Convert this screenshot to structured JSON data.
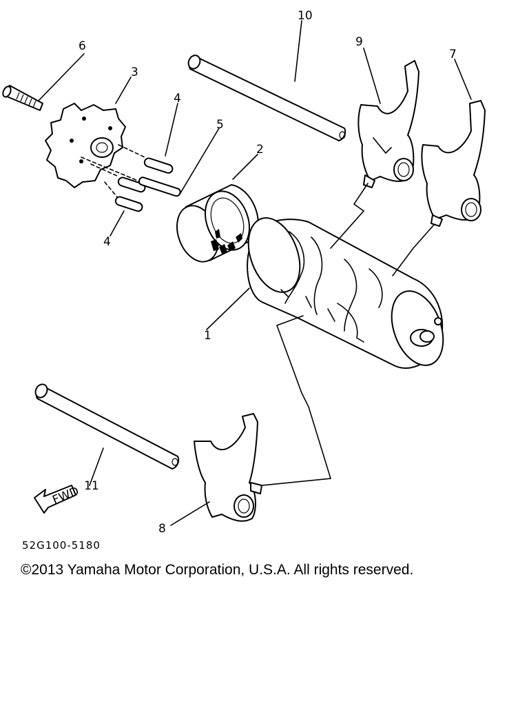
{
  "diagram": {
    "callouts": [
      {
        "id": "cal-1",
        "text": "1"
      },
      {
        "id": "cal-2",
        "text": "2"
      },
      {
        "id": "cal-3",
        "text": "3"
      },
      {
        "id": "cal-4a",
        "text": "4"
      },
      {
        "id": "cal-4b",
        "text": "4"
      },
      {
        "id": "cal-5",
        "text": "5"
      },
      {
        "id": "cal-6",
        "text": "6"
      },
      {
        "id": "cal-7",
        "text": "7"
      },
      {
        "id": "cal-8",
        "text": "8"
      },
      {
        "id": "cal-9",
        "text": "9"
      },
      {
        "id": "cal-10",
        "text": "10"
      },
      {
        "id": "cal-11",
        "text": "11"
      }
    ],
    "fwd_label": "FWD"
  },
  "footer": {
    "part_code": "52G100-5180",
    "copyright": "©2013 Yamaha Motor Corporation, U.S.A. All rights reserved."
  }
}
